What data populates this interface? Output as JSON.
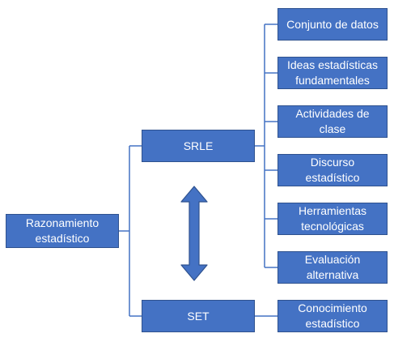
{
  "diagram": {
    "root": {
      "label": "Razonamiento\nestadístico"
    },
    "branches": [
      {
        "label": "SRLE"
      },
      {
        "label": "SET"
      }
    ],
    "srle_children": [
      {
        "label": "Conjunto de datos"
      },
      {
        "label": "Ideas estadísticas\nfundamentales"
      },
      {
        "label": "Actividades de\nclase"
      },
      {
        "label": "Discurso\nestadístico"
      },
      {
        "label": "Herramientas\ntecnológicas"
      },
      {
        "label": "Evaluación\nalternativa"
      }
    ],
    "set_children": [
      {
        "label": "Conocimiento\nestadístico"
      }
    ],
    "arrow": {
      "type": "double-headed",
      "relation": "SRLE-SET"
    },
    "colors": {
      "box_fill": "#4472c4",
      "box_border": "#2f528f",
      "connector": "#4472c4",
      "text": "#ffffff"
    }
  }
}
